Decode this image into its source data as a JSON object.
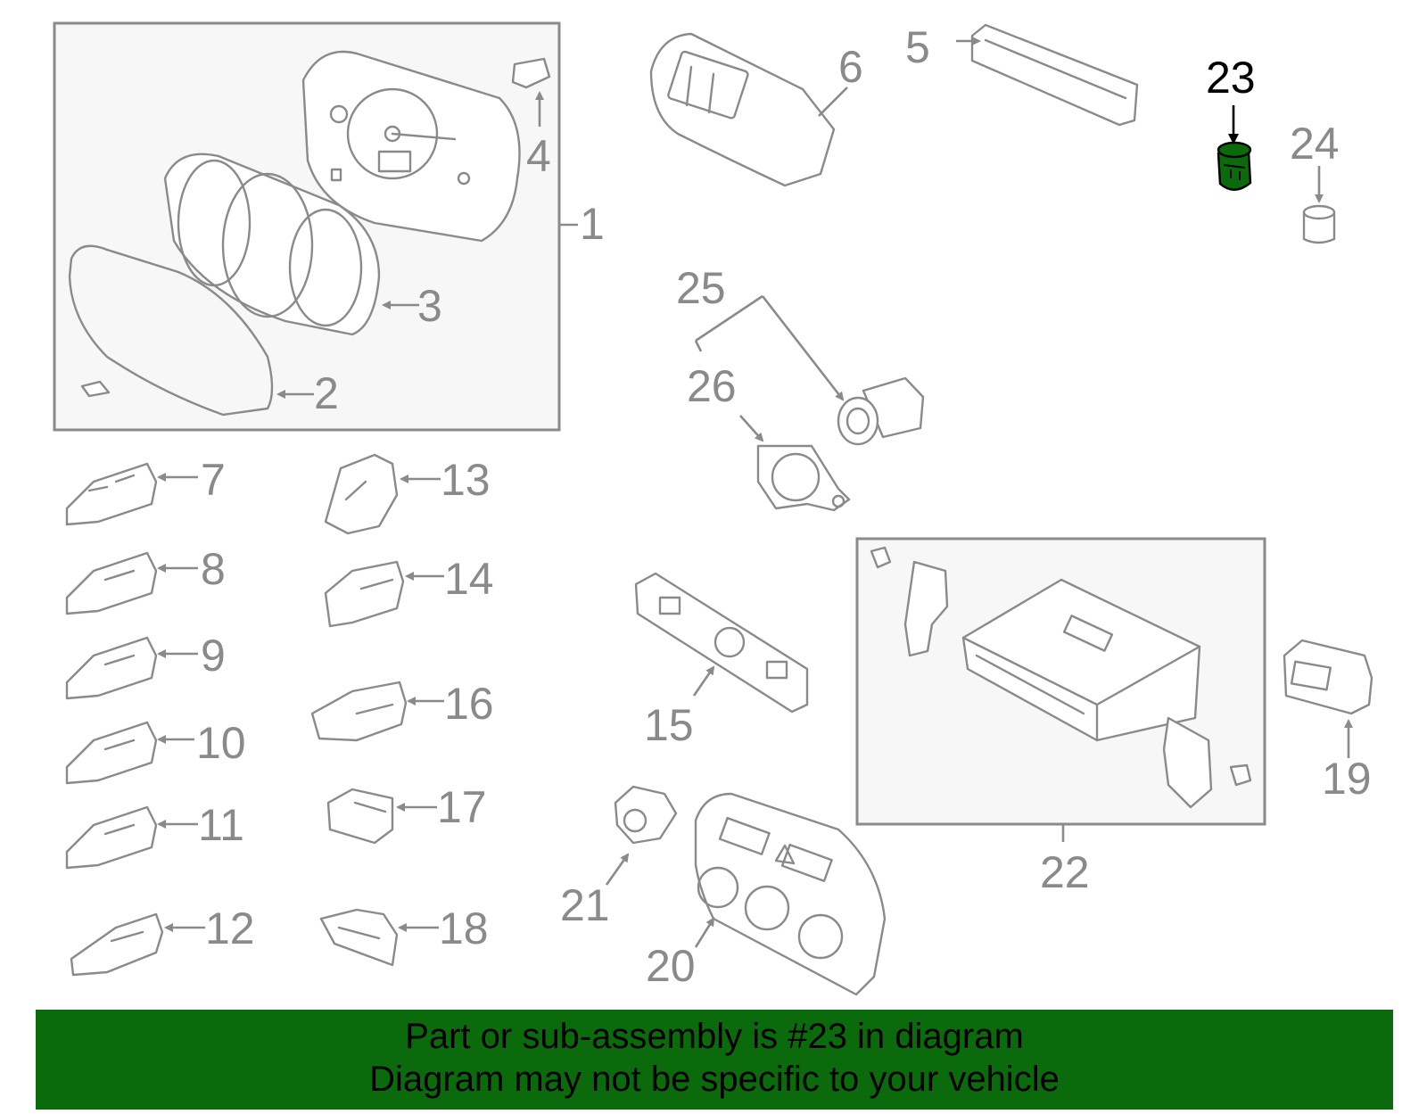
{
  "highlight_color": "#0b6a0b",
  "highlighted_part": "23",
  "callouts": {
    "c1": "1",
    "c2": "2",
    "c3": "3",
    "c4": "4",
    "c5": "5",
    "c6": "6",
    "c7": "7",
    "c8": "8",
    "c9": "9",
    "c10": "10",
    "c11": "11",
    "c12": "12",
    "c13": "13",
    "c14": "14",
    "c15": "15",
    "c16": "16",
    "c17": "17",
    "c18": "18",
    "c19": "19",
    "c20": "20",
    "c21": "21",
    "c22": "22",
    "c23": "23",
    "c24": "24",
    "c25": "25",
    "c26": "26"
  },
  "footer": {
    "line1": "Part or sub-assembly is #23 in diagram",
    "line2": "Diagram may not be specific to your vehicle"
  }
}
